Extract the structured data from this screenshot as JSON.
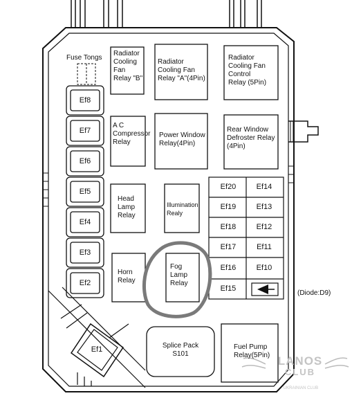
{
  "fuse_tongs_label": "Fuse Tongs",
  "relays": {
    "radiator_b": [
      "Radiator",
      "Cooling",
      "Fan",
      "Relay \"B\""
    ],
    "radiator_a": [
      "Radiator",
      "Cooling Fan",
      "Relay \"A\"(4Pin)"
    ],
    "radiator_control": [
      "Radiator",
      "Cooling Fan",
      "Control",
      "Relay (5Pin)"
    ],
    "ac": [
      "A C",
      "Compressor",
      "Relay"
    ],
    "power_window": [
      "Power Window",
      "Relay(4Pin)"
    ],
    "rear_window": [
      "Rear Window",
      "Defroster Relay",
      "(4Pin)"
    ],
    "head_lamp": [
      "Head",
      "Lamp",
      "Relay"
    ],
    "illumination": [
      "Illumination",
      "Realy"
    ],
    "horn": [
      "Horn",
      "Relay"
    ],
    "fog_lamp": [
      "Fog",
      "Lamp",
      "Relay"
    ],
    "splice_pack": [
      "Splice Pack",
      "S101"
    ],
    "fuel_pump": [
      "Fuel Pump",
      "Relay(5Pin)"
    ]
  },
  "left_fuses": [
    "Ef8",
    "Ef7",
    "Ef6",
    "Ef5",
    "Ef4",
    "Ef3",
    "Ef2"
  ],
  "ef1": "Ef1",
  "grid": {
    "left": [
      "Ef20",
      "Ef19",
      "Ef18",
      "Ef17",
      "Ef16",
      "Ef15"
    ],
    "right": [
      "Ef14",
      "Ef13",
      "Ef12",
      "Ef11",
      "Ef10"
    ]
  },
  "diode_label": "(Diode:D9)",
  "watermark": {
    "brand": "LANOS",
    "sub": "CLUB",
    "tag": "UKRAINIAN CLUB"
  },
  "colors": {
    "line": "#111111",
    "highlight": "#7a7a7a"
  }
}
